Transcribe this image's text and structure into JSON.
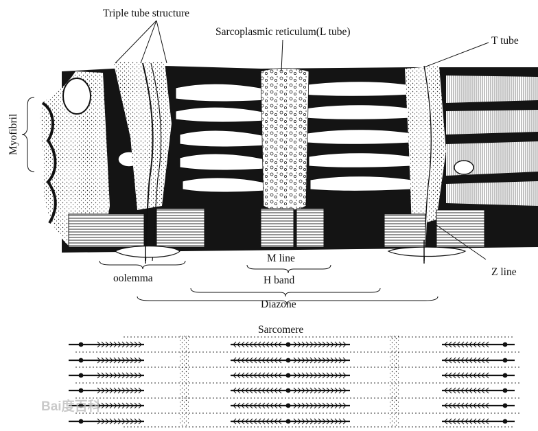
{
  "labels": {
    "triple_tube": "Triple tube structure",
    "sarcoplasmic": "Sarcoplasmic reticulum(L tube)",
    "t_tube": "T tube",
    "myofibril": "Myofibril",
    "oolemma": "oolemma",
    "m_line": "M line",
    "h_band": "H band",
    "diazone": "Diazone",
    "sarcomere": "Sarcomere",
    "z_line": "Z line"
  },
  "watermark": "Bai度百科",
  "colors": {
    "ink": "#111111",
    "paper": "#ffffff"
  }
}
